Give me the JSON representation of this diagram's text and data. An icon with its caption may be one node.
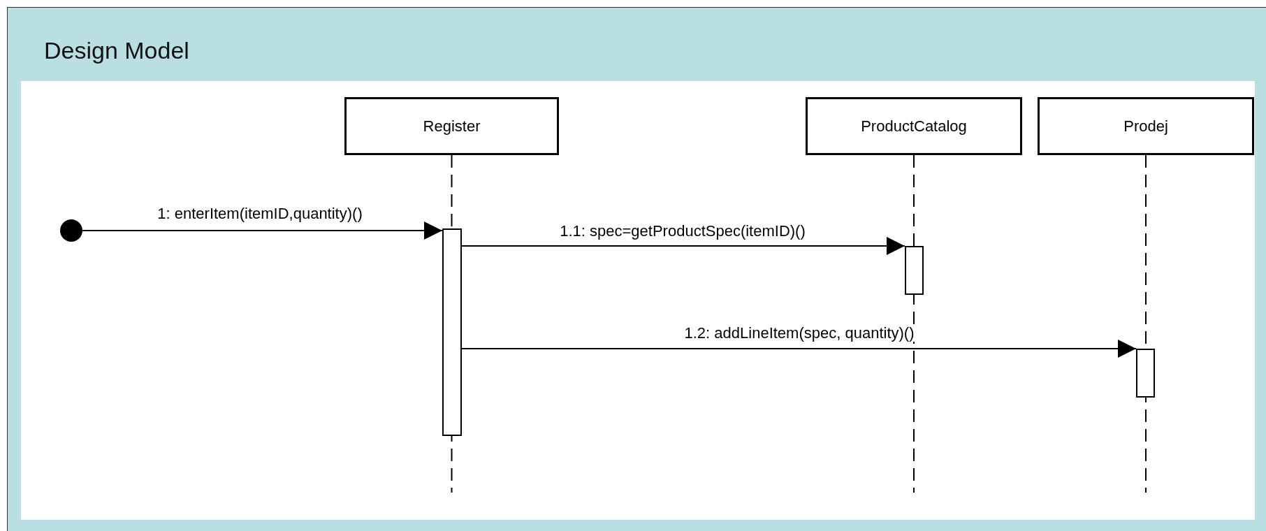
{
  "diagram": {
    "title": "Design Model",
    "nodes": [
      {
        "text": [
          "Register"
        ]
      },
      {
        "text": [
          "ProductCatalog"
        ]
      },
      {
        "text": [
          "Prodej"
        ]
      },
      {
        "text": [],
        "shape": "circle"
      },
      {
        "text": [],
        "shape": "bar"
      },
      {
        "text": [],
        "shape": "bar"
      },
      {
        "text": [],
        "shape": "bar"
      }
    ],
    "edges": [
      {
        "from": 3,
        "to": 4,
        "arrow": "to",
        "label": "1: enterItem(itemID,quantity)()"
      },
      {
        "from": 4,
        "to": 5,
        "arrow": "to",
        "label": "1.1: spec=getProductSpec(itemID)()"
      },
      {
        "from": 4,
        "to": 6,
        "arrow": "to",
        "label": "1.2: addLineItem(spec, quantity)()"
      },
      {
        "from": 0,
        "to": null,
        "arrow": "none",
        "style": "dashed"
      },
      {
        "from": 1,
        "to": null,
        "arrow": "none",
        "style": "dashed"
      },
      {
        "from": 2,
        "to": null,
        "arrow": "none",
        "style": "dashed"
      }
    ]
  }
}
